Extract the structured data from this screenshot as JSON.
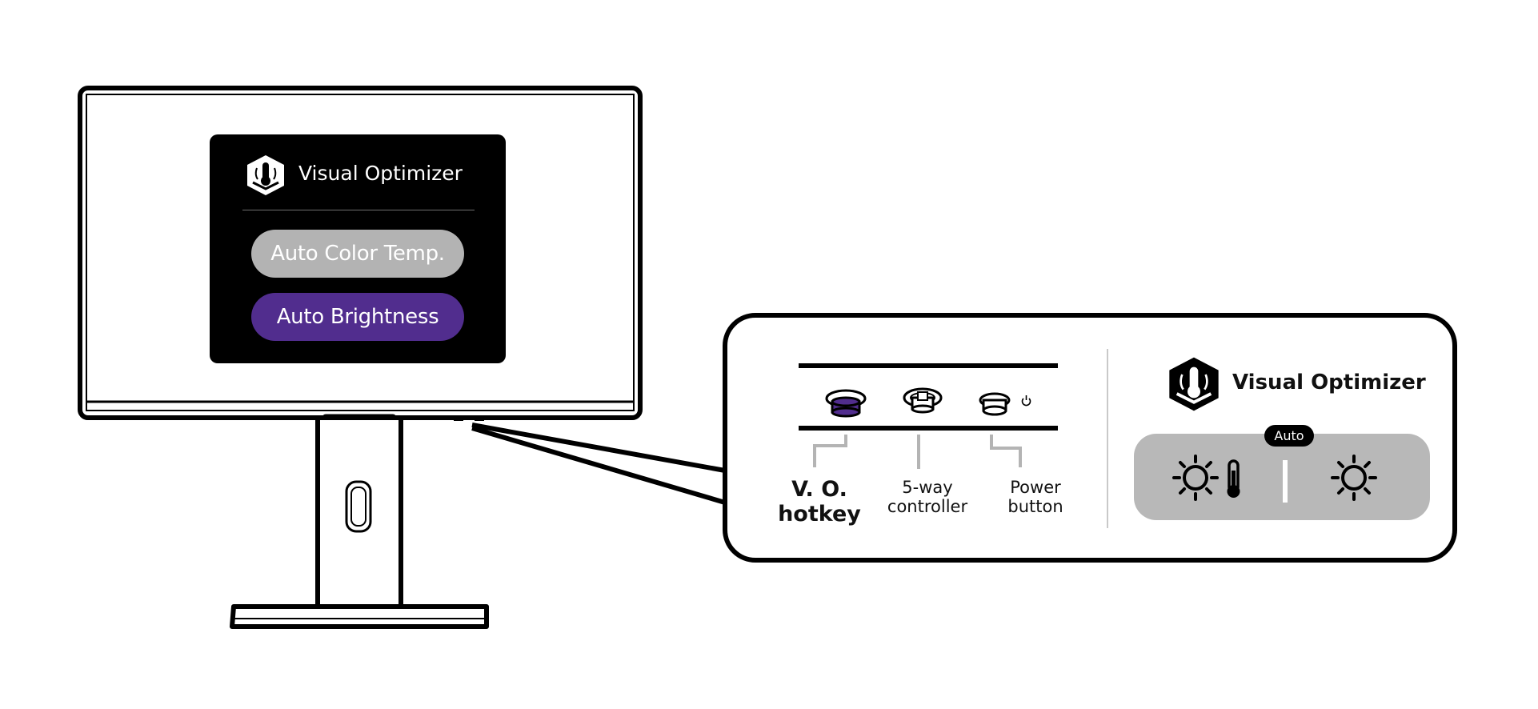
{
  "osd": {
    "title": "Visual Optimizer",
    "logo_icon": "visual-optimizer-thermometer-logo",
    "buttons": [
      {
        "label": "Auto Color Temp.",
        "state": "inactive",
        "color": "#b3b3b3"
      },
      {
        "label": "Auto Brightness",
        "state": "active",
        "color": "#512d8e"
      }
    ]
  },
  "callout": {
    "buttons": [
      {
        "label_line1": "V. O.",
        "label_line2": "hotkey",
        "icon": "vo-hotkey-button",
        "color": "#512d8e"
      },
      {
        "label_line1": "5-way",
        "label_line2": "controller",
        "icon": "five-way-controller"
      },
      {
        "label_line1": "Power",
        "label_line2": "button",
        "icon": "power-button"
      }
    ],
    "visual_optimizer": {
      "title": "Visual Optimizer",
      "logo_icon": "visual-optimizer-thermometer-logo",
      "badge": "Auto",
      "icons": [
        "sun-icon",
        "thermometer-icon",
        "sun-icon"
      ]
    }
  },
  "colors": {
    "accent": "#512d8e",
    "inactive": "#b3b3b3",
    "panel": "#b8b8b8"
  }
}
